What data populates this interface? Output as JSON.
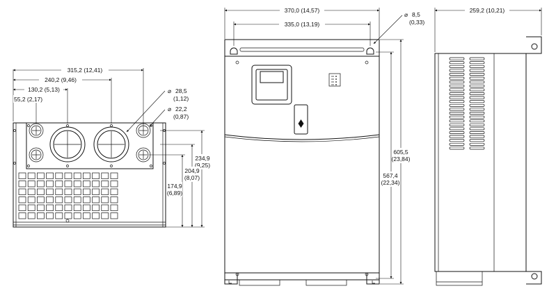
{
  "bottom_view": {
    "dims": {
      "w_total": "315,2 (12,41)",
      "w_240": "240,2 (9,46)",
      "w_130": "130,2 (5,13)",
      "w_55": "55,2 (2,17)",
      "hole_large_mm": "28,5",
      "hole_large_in": "(1,12)",
      "hole_small_mm": "22,2",
      "hole_small_in": "(0,87)",
      "h_234_mm": "234,9",
      "h_234_in": "(9,25)",
      "h_204_mm": "204,9",
      "h_204_in": "(8,07)",
      "h_174_mm": "174,9",
      "h_174_in": "(6,89)"
    }
  },
  "front_view": {
    "dims": {
      "w_total": "370,0 (14,57)",
      "w_mount": "335,0 (13,19)",
      "slot_mm": "8,5",
      "slot_in": "(0,33)",
      "h_total_mm": "605,5",
      "h_total_in": "(23,84)",
      "h_mount_mm": "567,4",
      "h_mount_in": "(22,34)"
    }
  },
  "side_view": {
    "dims": {
      "depth": "259,2 (10,21)"
    }
  }
}
